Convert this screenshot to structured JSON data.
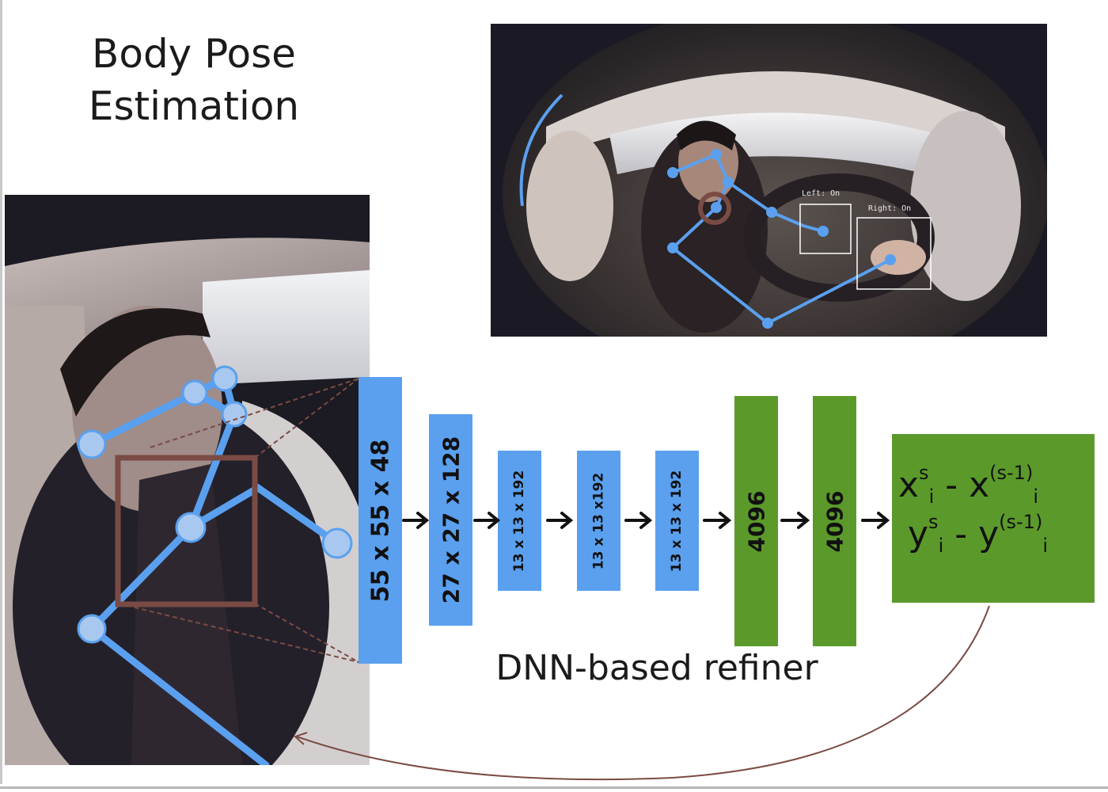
{
  "title": {
    "line1": "Body Pose",
    "line2": "Estimation"
  },
  "top_photo": {
    "description": "in-car fisheye camera view of driver with pose skeleton",
    "label_left": "Left: On",
    "label_right": "Right: On"
  },
  "left_photo": {
    "description": "close-up of driver with pose skeleton keypoints"
  },
  "network": {
    "layers": [
      {
        "label": "55 x 55 x 48",
        "kind": "conv"
      },
      {
        "label": "27 x 27 x 128",
        "kind": "conv"
      },
      {
        "label": "13 x 13 x 192",
        "kind": "conv"
      },
      {
        "label": "13 x 13 x192",
        "kind": "conv"
      },
      {
        "label": "13 x 13 x 192",
        "kind": "conv"
      },
      {
        "label": "4096",
        "kind": "fc"
      },
      {
        "label": "4096",
        "kind": "fc"
      }
    ],
    "output": {
      "line1": {
        "a": "x",
        "a_sup": "s",
        "a_sub": "i",
        "op": " - ",
        "b": "x",
        "b_sup": "(s-1)",
        "b_sub": "i"
      },
      "line2": {
        "a": "y",
        "a_sup": "s",
        "a_sub": "i",
        "op": " - ",
        "b": "y",
        "b_sup": "(s-1)",
        "b_sub": "i"
      }
    },
    "caption": "DNN-based refiner"
  },
  "colors": {
    "conv_layer": "#5aa0ef",
    "fc_layer": "#5b9a2a",
    "skeleton": "#5aa0ef",
    "crop_box": "#7a4b44"
  }
}
